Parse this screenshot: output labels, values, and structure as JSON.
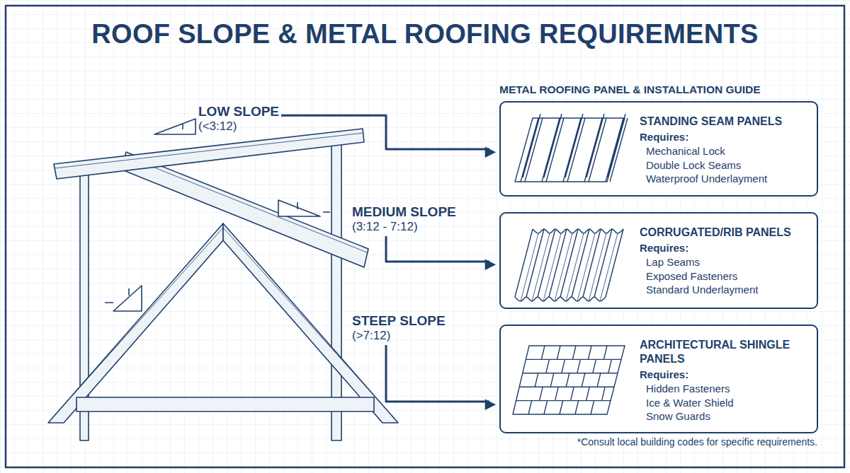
{
  "diagram": {
    "title": "ROOF SLOPE & METAL ROOFING REQUIREMENTS",
    "nodes": [
      {
        "text": [
          "LOW SLOPE",
          "(<3:12)"
        ]
      },
      {
        "text": [
          "MEDIUM SLOPE",
          "(3:12 - 7:12)"
        ]
      },
      {
        "text": [
          "STEEP SLOPE",
          "(>7:12)"
        ]
      },
      {
        "text": [
          "STANDING SEAM PANELS",
          "Requires:",
          "Mechanical Lock",
          "Double Lock Seams",
          "Waterproof Underlayment"
        ]
      },
      {
        "text": [
          "CORRUGATED/RIB PANELS",
          "Requires:",
          "Lap Seams",
          "Exposed Fasteners",
          "Standard Underlayment"
        ]
      },
      {
        "text": [
          "ARCHITECTURAL SHINGLE PANELS",
          "Requires:",
          "Hidden Fasteners",
          "Ice & Water Shield",
          "Snow Guards"
        ]
      }
    ],
    "edges": [
      {
        "from": 0,
        "to": 3,
        "arrow": "to"
      },
      {
        "from": 1,
        "to": 4,
        "arrow": "to"
      },
      {
        "from": 2,
        "to": 5,
        "arrow": "to"
      }
    ],
    "labels": [
      "METAL ROOFING PANEL & INSTALLATION GUIDE",
      "*Consult local building codes for specific requirements."
    ]
  }
}
